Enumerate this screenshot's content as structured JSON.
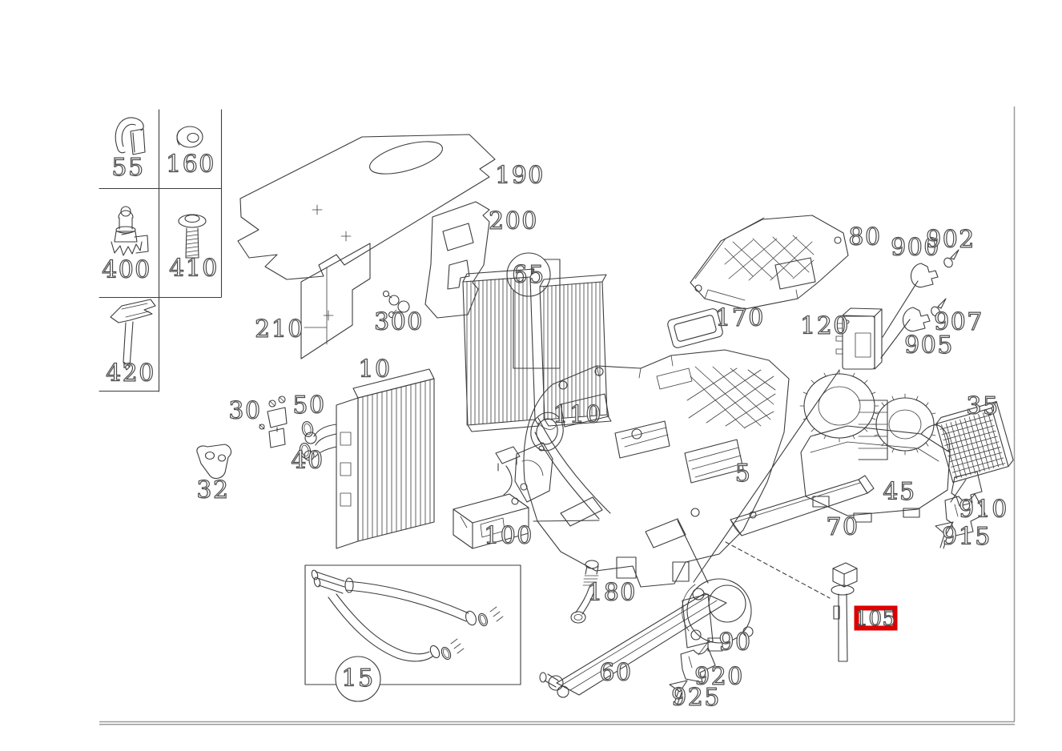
{
  "diagram": {
    "type": "exploded-parts-diagram",
    "part_numbers": [
      "55",
      "160",
      "400",
      "410",
      "420",
      "190",
      "200",
      "210",
      "300",
      "65",
      "10",
      "30",
      "50",
      "40",
      "32",
      "110",
      "100",
      "5",
      "170",
      "80",
      "120",
      "900",
      "902",
      "905",
      "907",
      "35",
      "45",
      "910",
      "915",
      "70",
      "60",
      "90",
      "180",
      "920",
      "925",
      "105",
      "15"
    ],
    "circled_parts": [
      "65",
      "15"
    ],
    "highlight": {
      "part_number": "105",
      "box_color": "#dd0000"
    },
    "colors": {
      "background": "#ffffff",
      "line": "#3c3c3c",
      "frame": "#9a9a9a"
    }
  }
}
